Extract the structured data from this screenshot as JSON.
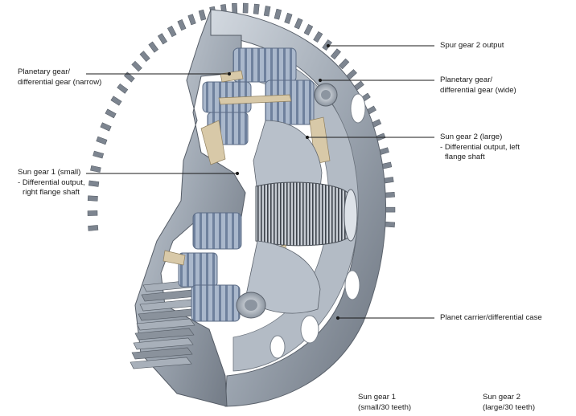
{
  "labels": {
    "planetary_narrow": {
      "line1": "Planetary gear/",
      "line2": "differential gear (narrow)"
    },
    "spur_gear": {
      "line1": "Spur gear 2 output"
    },
    "planetary_wide": {
      "line1": "Planetary gear/",
      "line2": "differential gear (wide)"
    },
    "sun_gear_2": {
      "line1": "Sun gear 2 (large)",
      "line2": "- Differential output, left",
      "line3": "flange shaft"
    },
    "sun_gear_1": {
      "line1": "Sun gear 1 (small)",
      "line2": "- Differential output,",
      "line3": "right flange shaft"
    },
    "planet_carrier": {
      "line1": "Planet carrier/differential case"
    },
    "footer_sun_1": {
      "line1": "Sun gear 1",
      "line2": "(small/30 teeth)"
    },
    "footer_sun_2": {
      "line1": "Sun gear 2",
      "line2": "(large/30 teeth)"
    }
  },
  "colors": {
    "steel_dark": "#6d7581",
    "steel_mid": "#9aa3ae",
    "steel_light": "#c9d0d8",
    "gear_blue": "#a9bcd6",
    "section_tan": "#d8c9a8",
    "leader_line": "#1a1a1a"
  }
}
